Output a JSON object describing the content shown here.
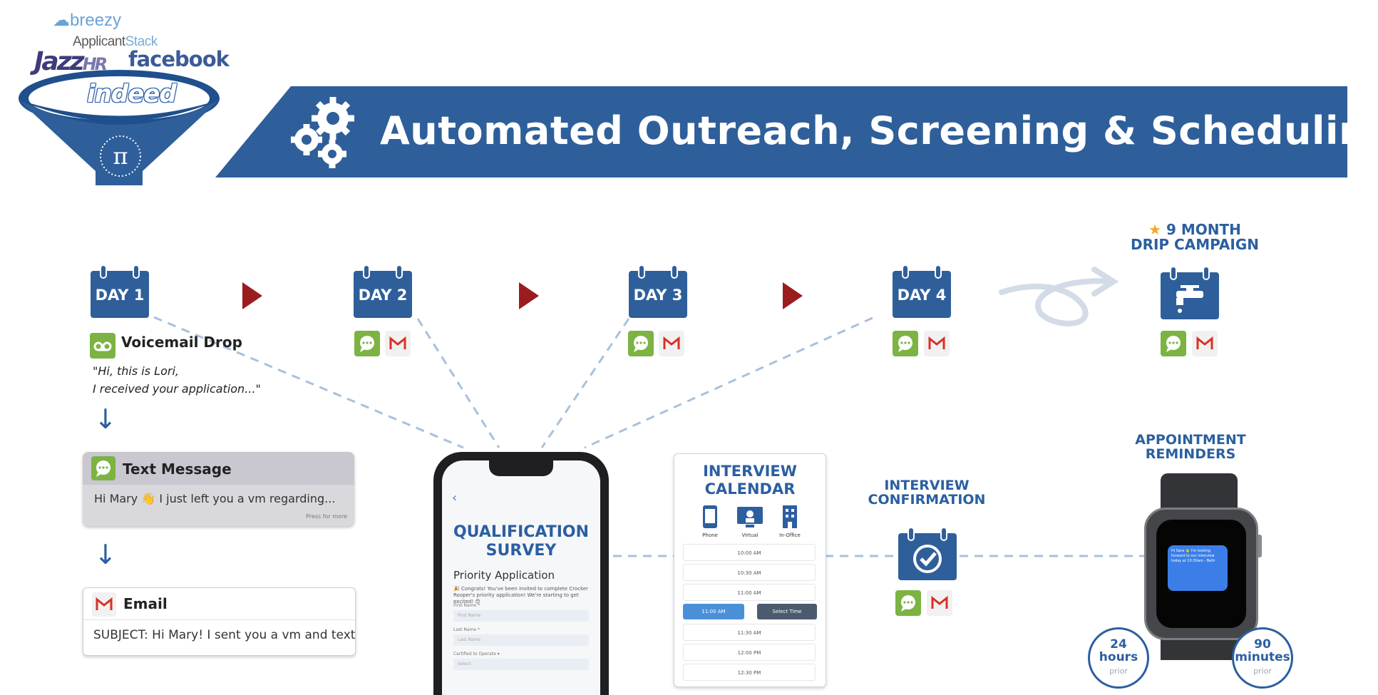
{
  "banner": {
    "title": "Automated Outreach, Screening & Scheduling",
    "color": "#2f5f9a"
  },
  "funnel": {
    "logos": {
      "breezy": "breezy",
      "applicant": "Applicant",
      "stack": "Stack",
      "jazz": "Jazz",
      "hr": "HR",
      "facebook": "facebook",
      "indeed": "indeed"
    },
    "emblem_icon": "pi-icon"
  },
  "days": [
    {
      "label": "DAY 1"
    },
    {
      "label": "DAY 2"
    },
    {
      "label": "DAY 3"
    },
    {
      "label": "DAY 4"
    }
  ],
  "drip": {
    "heading_line1": "9 MONTH",
    "heading_line2": "DRIP CAMPAIGN",
    "icon": "faucet-icon"
  },
  "day1": {
    "voicemail_label": "Voicemail Drop",
    "quote_line1": "\"Hi, this is Lori,",
    "quote_line2": "I received your application...\""
  },
  "sms_card": {
    "title": "Text Message",
    "body": "Hi Mary 👋 I just left you a vm regarding...",
    "footer": "Press for more"
  },
  "email_card": {
    "title": "Email",
    "body": "SUBJECT: Hi Mary! I sent you a vm and text..."
  },
  "survey": {
    "title_line1": "QUALIFICATION",
    "title_line2": "SURVEY",
    "subtitle": "Priority Application",
    "note": "🎉 Congrats! You've been invited to complete Crocker Rooper's priority application! We're starting to get excited! 😊",
    "field_labels": [
      "First Name *",
      "Last Name *",
      "Certified to Operate ▾"
    ],
    "field_placeholders": [
      "First Name",
      "Last Name",
      "Select"
    ]
  },
  "interview_calendar": {
    "title_line1": "INTERVIEW",
    "title_line2": "CALENDAR",
    "modes": [
      "Phone",
      "Virtual",
      "In-Office"
    ],
    "slots": [
      "10:00 AM",
      "10:30 AM",
      "11:00 AM",
      "11:30 AM",
      "12:00 PM",
      "12:30 PM"
    ],
    "selected_slot": "11:00 AM",
    "select_button": "Select Time"
  },
  "confirmation": {
    "title_line1": "INTERVIEW",
    "title_line2": "CONFIRMATION",
    "icon": "calendar-check-icon"
  },
  "reminders": {
    "title_line1": "APPOINTMENT",
    "title_line2": "REMINDERS",
    "watch_message": "Hi Sara 👋 I'm looking forward to our interview today at 10:30am - Beth",
    "left_circle": {
      "num": "24",
      "unit": "hours",
      "sub": "prior"
    },
    "right_circle": {
      "num": "90",
      "unit": "minutes",
      "sub": "prior"
    }
  },
  "colors": {
    "accent": "#2b5fa0",
    "arrow": "#9b1c1f",
    "sms_green": "#7cb342",
    "gmail_red": "#d93025"
  }
}
